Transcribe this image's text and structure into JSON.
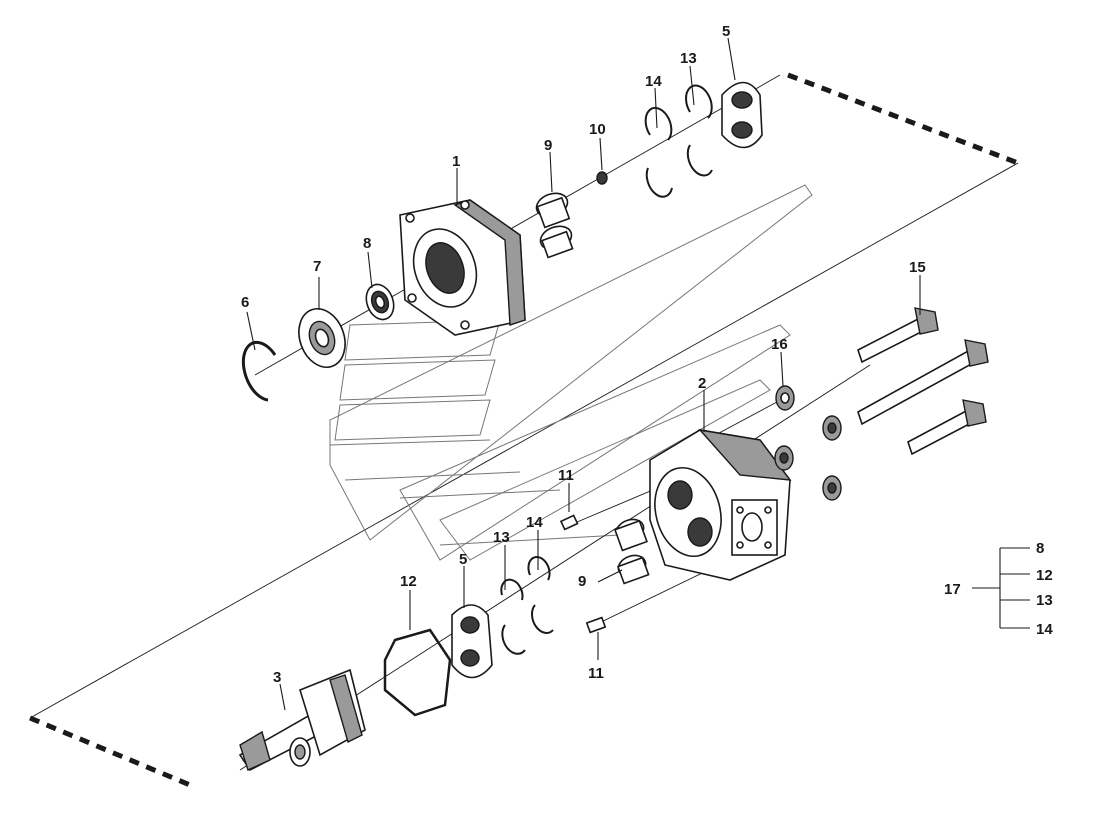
{
  "callouts": {
    "c1": "1",
    "c2": "2",
    "c3": "3",
    "c5a": "5",
    "c5b": "5",
    "c6": "6",
    "c7": "7",
    "c8": "8",
    "c9a": "9",
    "c9b": "9",
    "c10": "10",
    "c11a": "11",
    "c11b": "11",
    "c12": "12",
    "c13a": "13",
    "c13b": "13",
    "c14a": "14",
    "c14b": "14",
    "c15": "15",
    "c16": "16"
  },
  "kit": {
    "parent": "17",
    "members": [
      "8",
      "12",
      "13",
      "14"
    ]
  }
}
